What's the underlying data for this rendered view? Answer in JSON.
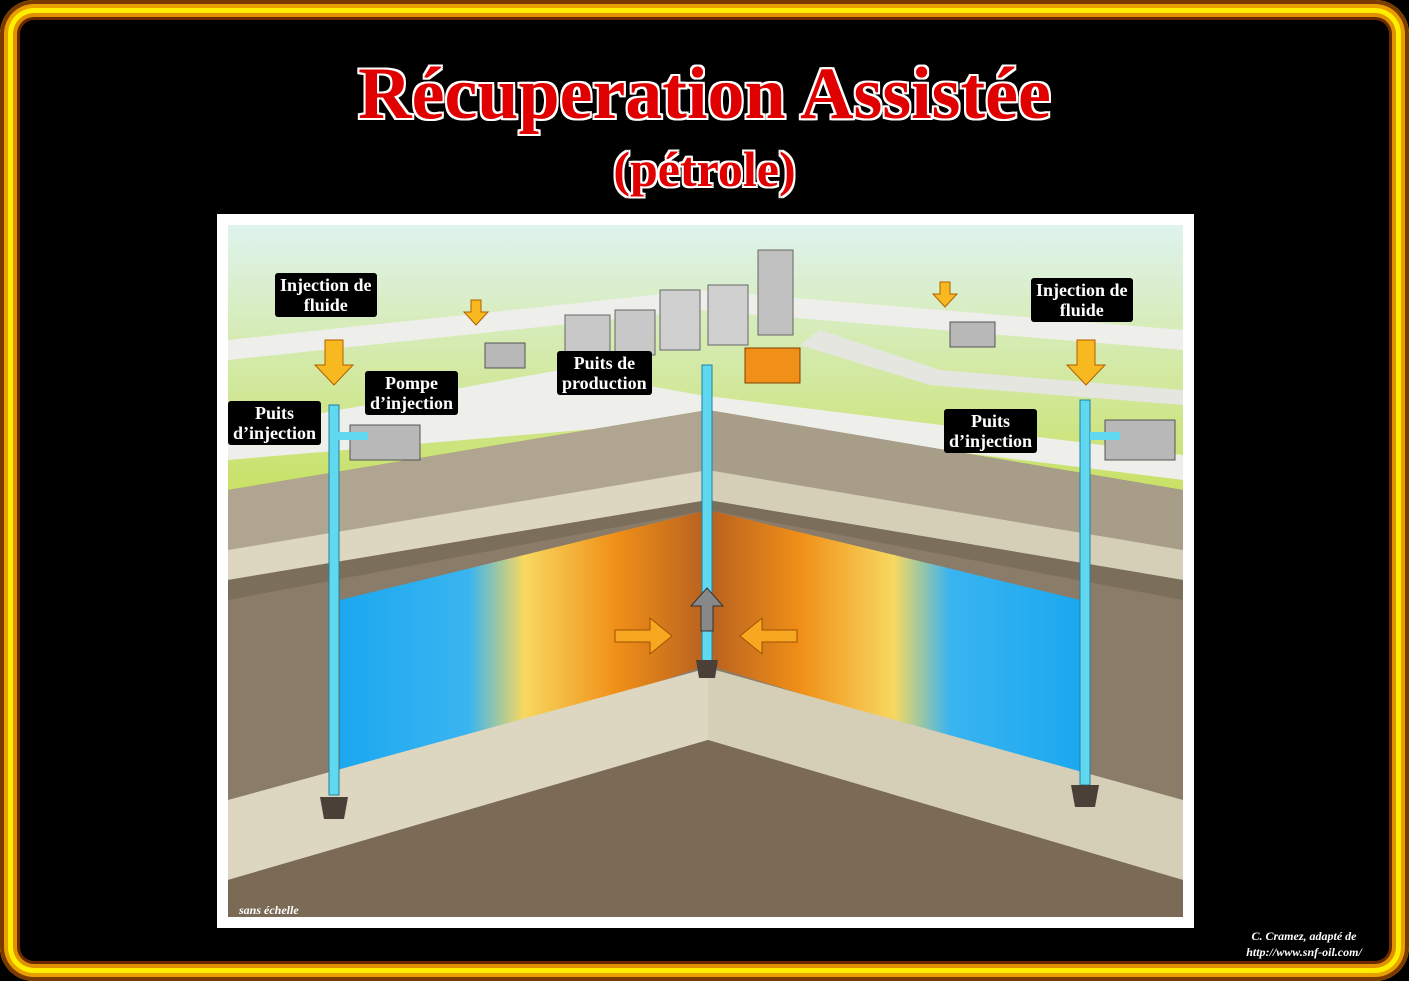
{
  "title": "Récuperation Assistée",
  "subtitle": "(pétrole)",
  "diagram": {
    "labels": {
      "injection_left": [
        "Injection de",
        "fluide"
      ],
      "injection_right": [
        "Injection de",
        "fluide"
      ],
      "pompe": [
        "Pompe",
        "d’injection"
      ],
      "puits_left": [
        "Puits",
        "d’injection"
      ],
      "puits_right": [
        "Puits",
        "d’injection"
      ],
      "production": [
        "Puits de",
        "production"
      ]
    },
    "scale_note": "sans échelle"
  },
  "credit": [
    "C. Cramez, adapté de",
    "http://www.snf-oil.com/"
  ],
  "colors": {
    "title": "#e00000",
    "frame": "#ffee00",
    "water": "#1aa8f0",
    "oil": "#e07a10"
  }
}
